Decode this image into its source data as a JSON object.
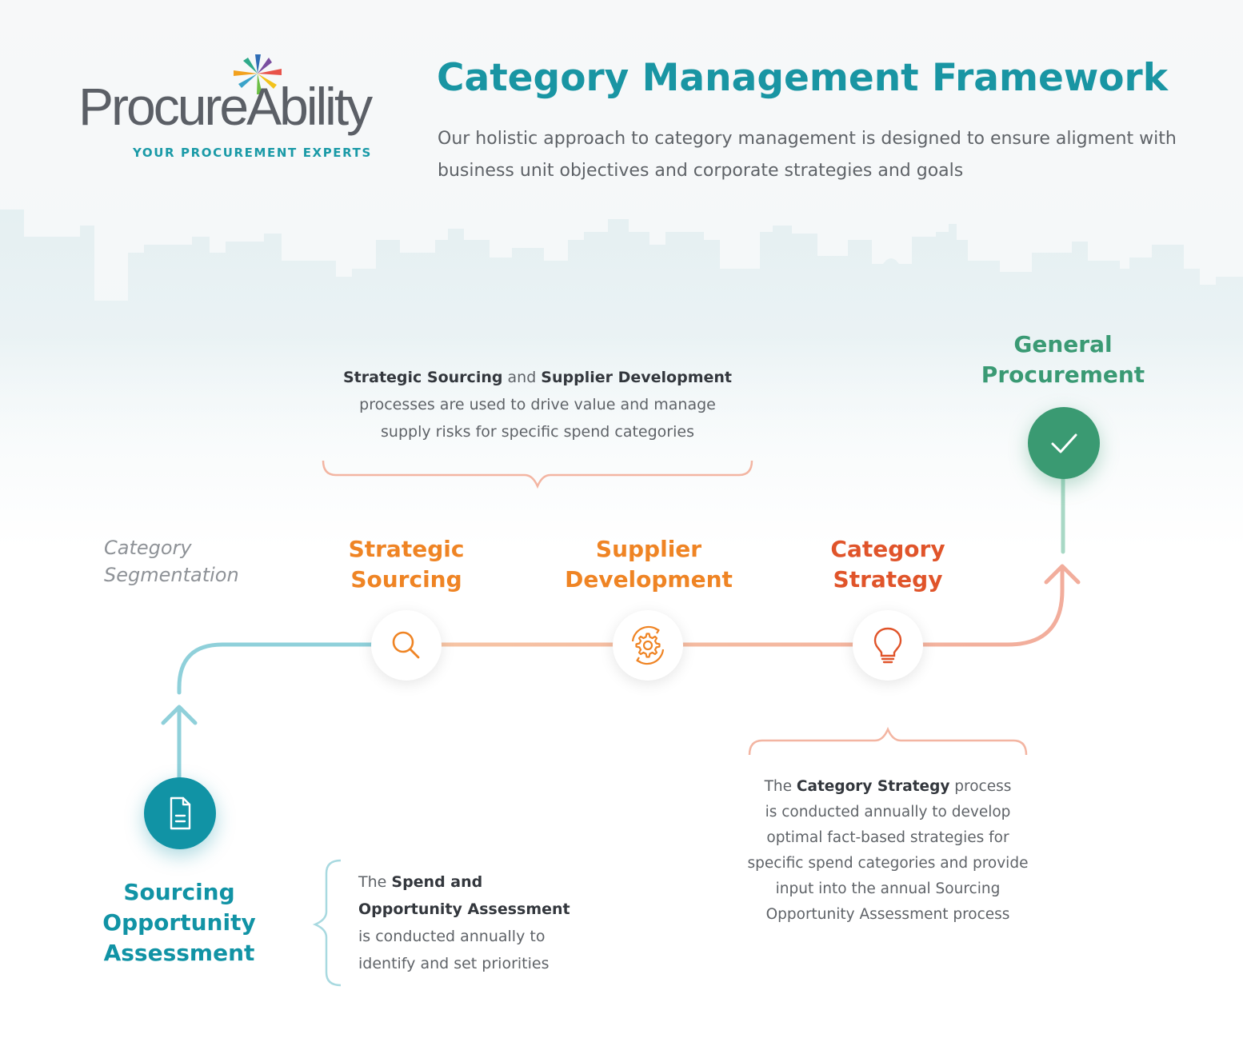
{
  "logo": {
    "name_part1": "Procure",
    "name_part2": "Ability",
    "tagline": "YOUR PROCUREMENT EXPERTS"
  },
  "header": {
    "title": "Category Management Framework",
    "subtitle": "Our holistic approach to category management is designed to ensure aligment with business unit objectives and corporate strategies and goals"
  },
  "segmentation": {
    "line1": "Category",
    "line2": "Segmentation"
  },
  "top_note": {
    "bold1": "Strategic Sourcing",
    "mid": " and ",
    "bold2": "Supplier Development",
    "line2": "processes are used to drive value and manage",
    "line3": "supply risks for specific spend categories"
  },
  "stages": {
    "strategic_sourcing": {
      "line1": "Strategic",
      "line2": "Sourcing",
      "icon": "search-icon"
    },
    "supplier_development": {
      "line1": "Supplier",
      "line2": "Development",
      "icon": "gear-icon"
    },
    "category_strategy": {
      "line1": "Category",
      "line2": "Strategy",
      "icon": "lightbulb-icon"
    },
    "general_procurement": {
      "line1": "General",
      "line2": "Procurement",
      "icon": "checkmark-icon"
    },
    "sourcing_opportunity": {
      "line1": "Sourcing",
      "line2": "Opportunity",
      "line3": "Assessment",
      "icon": "document-icon"
    }
  },
  "left_note": {
    "pre": "The ",
    "bold1": "Spend and",
    "bold2": "Opportunity Assessment",
    "line3": "is conducted annually to",
    "line4": "identify and set priorities"
  },
  "right_note": {
    "pre": "The ",
    "bold": "Category Strategy",
    "post": " process",
    "line2": "is conducted annually to develop",
    "line3": "optimal fact-based strategies for",
    "line4": "specific spend categories and provide",
    "line5": "input into the annual Sourcing",
    "line6": "Opportunity Assessment process"
  },
  "colors": {
    "teal": "#1193a5",
    "orange": "#ef8424",
    "red_orange": "#e0542a",
    "green": "#3a9a74",
    "line_teal": "#8fd0da",
    "line_salmon": "#f3b5a2"
  }
}
